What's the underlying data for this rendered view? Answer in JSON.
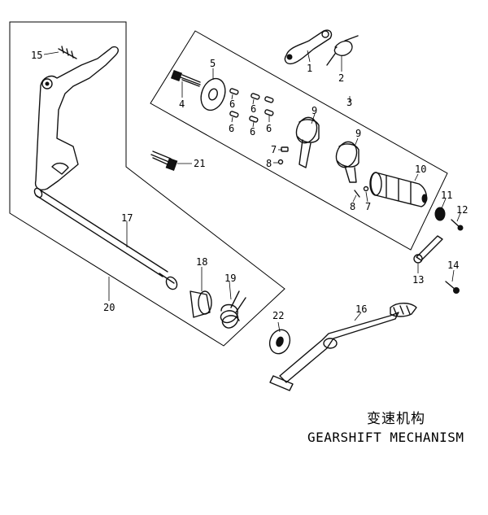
{
  "title_cn": "变速机构",
  "title_en": "GEARSHIFT MECHANISM",
  "callouts": [
    "1",
    "2",
    "3",
    "4",
    "5",
    "6",
    "6",
    "6",
    "6",
    "6",
    "6",
    "7",
    "7",
    "8",
    "8",
    "9",
    "9",
    "10",
    "11",
    "12",
    "13",
    "14",
    "15",
    "16",
    "17",
    "18",
    "19",
    "20",
    "21",
    "22"
  ],
  "line_color": "#111111"
}
